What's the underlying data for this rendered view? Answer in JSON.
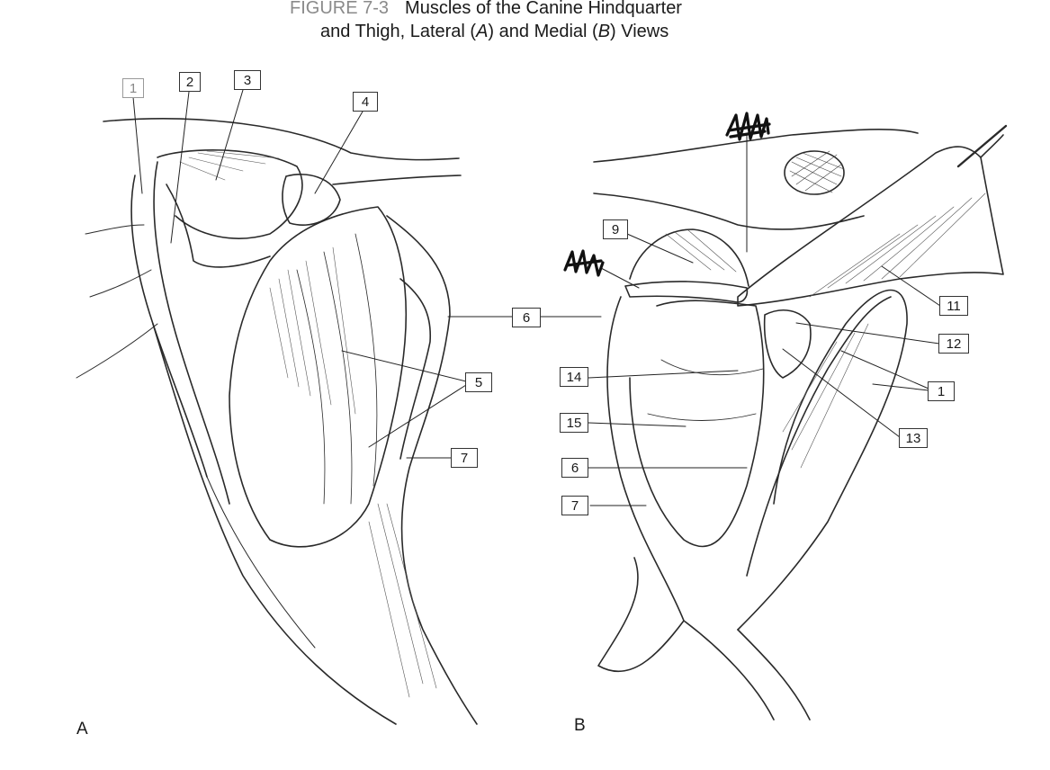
{
  "title": {
    "figure": "FIGURE 7-3",
    "line1": "Muscles of the Canine Hindquarter",
    "line2_prefix": "and Thigh, Lateral (",
    "line2_a": "A",
    "line2_mid": ") and Medial (",
    "line2_b": "B",
    "line2_suffix": ") Views"
  },
  "views": {
    "a": "A",
    "b": "B"
  },
  "labels": {
    "l1": "1",
    "l2": "2",
    "l3": "3",
    "l4": "4",
    "l5": "5",
    "l6": "6",
    "l7": "7",
    "r9": "9",
    "r14": "14",
    "r15": "15",
    "r6": "6",
    "r7": "7",
    "r11": "11",
    "r12": "12",
    "r1": "1",
    "r13": "13"
  }
}
